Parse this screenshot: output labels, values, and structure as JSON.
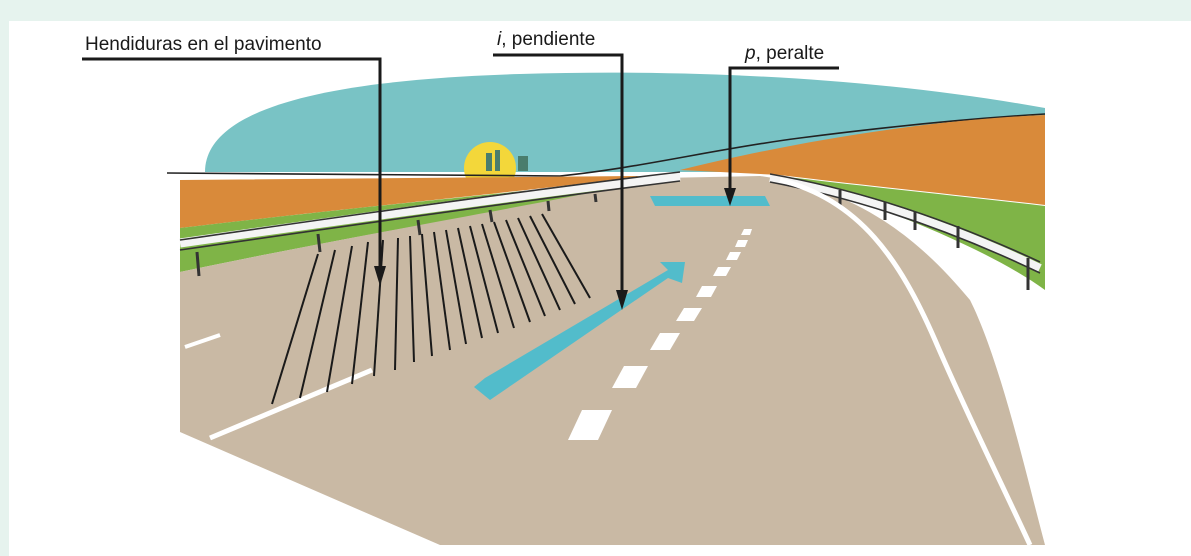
{
  "labels": {
    "grooves": "Hendiduras en el pavimento",
    "slope_symbol": "i",
    "slope_text": ", pendiente",
    "superelevation_symbol": "p",
    "superelevation_text": ", peralte"
  },
  "colors": {
    "page_background": "#e6f3ee",
    "sky": "#79c3c5",
    "pavement": "#c9b9a4",
    "embankment": "#d98a3a",
    "grass": "#7fb447",
    "arrow_marking": "#52bccb",
    "sun": "#f3d73a",
    "leader_line": "#1a1a1a"
  }
}
